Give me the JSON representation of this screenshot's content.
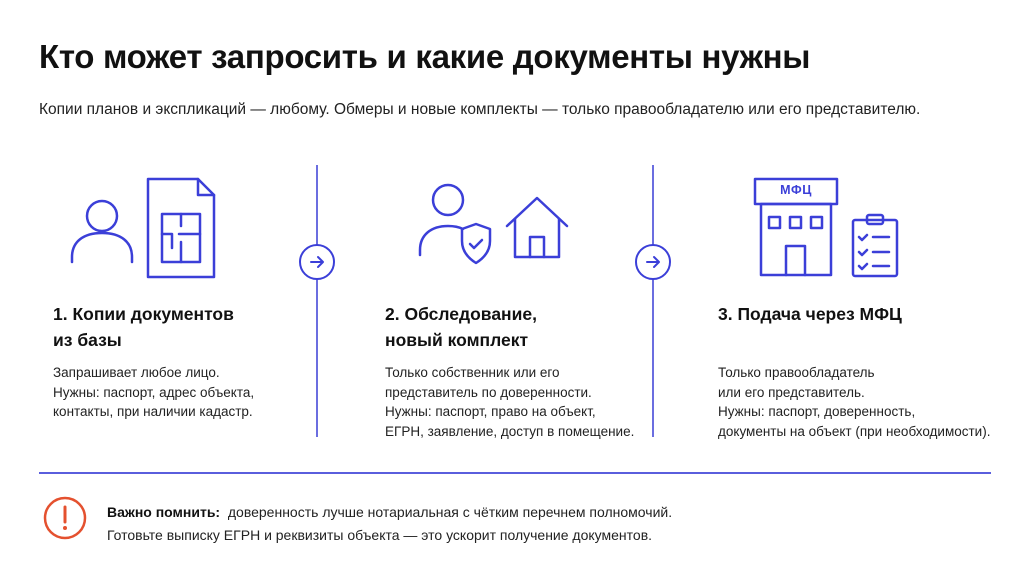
{
  "title": "Кто может запросить и какие документы нужны",
  "subtitle": "Копии планов и экспликаций — любому. Обмеры и новые комплекты — только правообладателю или его представителю.",
  "colors": {
    "accent": "#3b3fd8",
    "warning": "#e4512f",
    "text": "#111111"
  },
  "steps": [
    {
      "title": "1. Копии документов\nиз базы",
      "desc": "Запрашивает любое лицо.\nНужны: паспорт, адрес объекта,\nконтакты, при наличии кадастр.",
      "icons": [
        "person-icon",
        "floor-plan-document-icon"
      ]
    },
    {
      "title": "2. Обследование,\nновый комплект",
      "desc": "Только собственник или его\nпредставитель по доверенности.\nНужны: паспорт, право на объект,\nЕГРН, заявление, доступ в помещение.",
      "icons": [
        "person-shield-icon",
        "house-icon"
      ]
    },
    {
      "title": "3. Подача через МФЦ",
      "desc": "Только правообладатель\nили его представитель.\nНужны: паспорт, доверенность,\nдокументы на объект (при необходимости).",
      "building_sign": "МФЦ",
      "icons": [
        "mfc-building-icon",
        "checklist-clipboard-icon"
      ]
    }
  ],
  "note": {
    "bold": "Важно помнить:",
    "line1": "доверенность лучше нотариальная с чётким перечнем полномочий.",
    "line2": "Готовьте выписку ЕГРН и реквизиты объекта — это ускорит получение документов.",
    "icon": "exclamation-circle-icon"
  }
}
